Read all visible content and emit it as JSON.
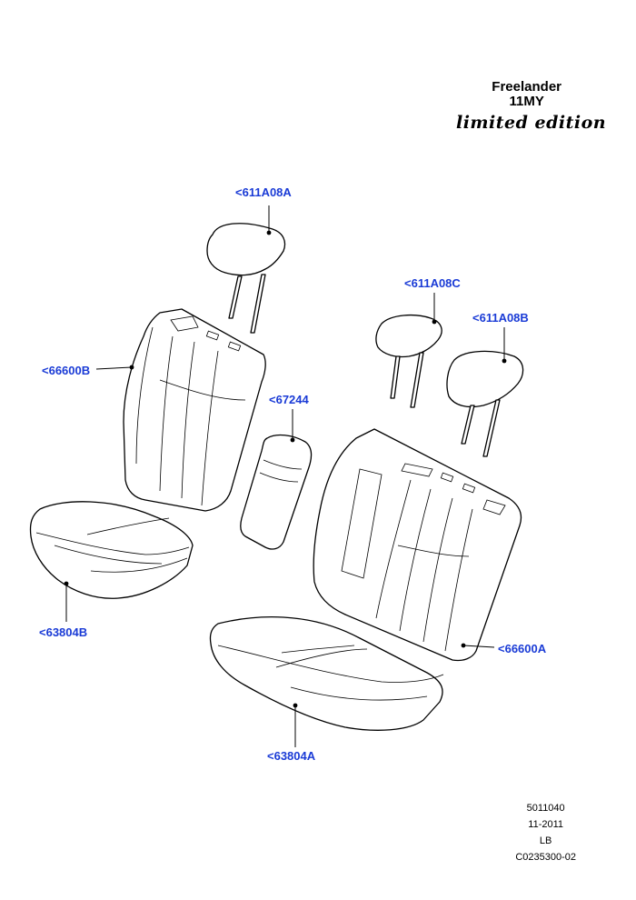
{
  "header": {
    "model": "Freelander",
    "model_year": "11MY",
    "edition": "limited edition"
  },
  "callouts": {
    "headrest_center": "<611A08A",
    "headrest_left": "<611A08C",
    "headrest_right": "<611A08B",
    "backrest_left": "<66600B",
    "armrest": "<67244",
    "cushion_left": "<63804B",
    "backrest_right": "<66600A",
    "cushion_right": "<63804A"
  },
  "footer": {
    "drawing_number": "5011040",
    "date": "11-2011",
    "region": "LB",
    "illustration_ref": "C0235300-02"
  }
}
